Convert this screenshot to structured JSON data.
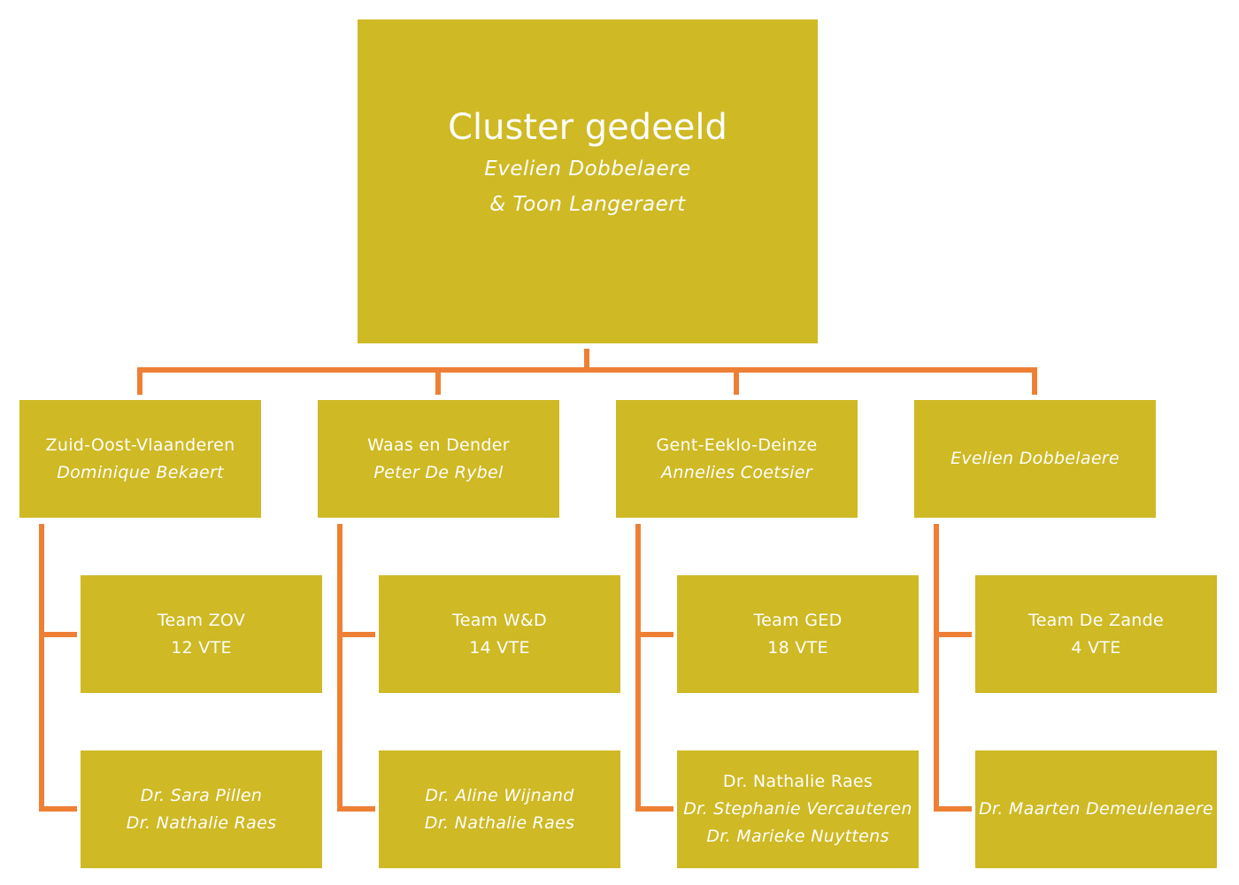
{
  "colors": {
    "box_fill": "#cfb925",
    "box_text": "#ffffff",
    "connector": "#ee8036"
  },
  "root": {
    "title": "Cluster gedeeld",
    "leaders": [
      "Evelien Dobbelaere",
      "& Toon Langeraert"
    ]
  },
  "regions": [
    {
      "name": "Zuid-Oost-Vlaanderen",
      "lead": "Dominique Bekaert",
      "team": {
        "name": "Team ZOV",
        "fte": "12 VTE"
      },
      "doctors": [
        "Dr. Sara Pillen",
        "Dr. Nathalie Raes"
      ]
    },
    {
      "name": "Waas en Dender",
      "lead": "Peter De Rybel",
      "team": {
        "name": "Team W&D",
        "fte": "14 VTE"
      },
      "doctors": [
        "Dr. Aline Wijnand",
        "Dr. Nathalie Raes"
      ]
    },
    {
      "name": "Gent-Eeklo-Deinze",
      "lead": "Annelies Coetsier",
      "team": {
        "name": "Team GED",
        "fte": "18 VTE"
      },
      "doctors": [
        "Dr. Nathalie Raes",
        "Dr. Stephanie Vercauteren",
        "Dr. Marieke Nuyttens"
      ]
    },
    {
      "name": "",
      "lead": "Evelien Dobbelaere",
      "team": {
        "name": "Team De Zande",
        "fte": "4 VTE"
      },
      "doctors": [
        "Dr. Maarten Demeulenaere"
      ]
    }
  ]
}
